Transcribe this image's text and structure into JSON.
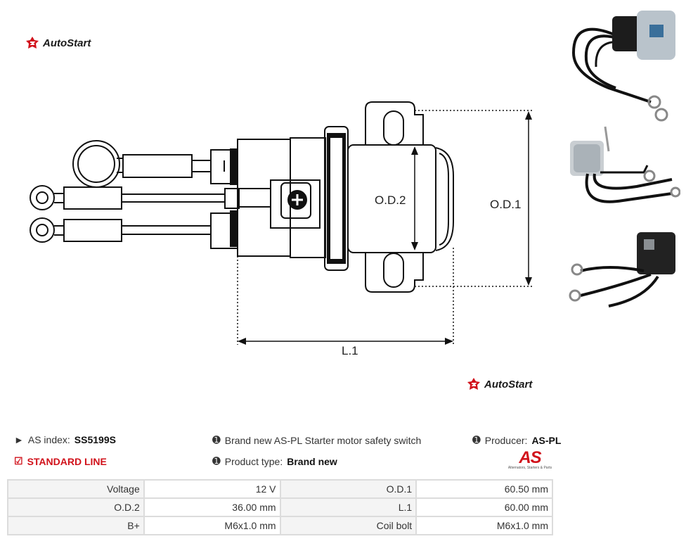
{
  "brand": {
    "name": "AutoStart",
    "color": "#d1121b"
  },
  "drawing": {
    "labels": {
      "od1": "O.D.1",
      "od2": "O.D.2",
      "l1": "L.1"
    }
  },
  "thumbnails": [
    {
      "name": "solenoid-photo-1"
    },
    {
      "name": "solenoid-photo-2"
    },
    {
      "name": "solenoid-photo-3"
    }
  ],
  "info": {
    "as_index_label": "AS index:",
    "as_index_value": "SS5199S",
    "line_label": "STANDARD LINE",
    "description": "Brand new AS-PL Starter motor safety switch",
    "product_type_label": "Product type:",
    "product_type_value": "Brand new",
    "producer_label": "Producer:",
    "producer_value": "AS-PL",
    "producer_logo_text": "AS",
    "producer_logo_tagline": "Alternators, Starters & Parts"
  },
  "specs": [
    {
      "label": "Voltage",
      "value": "12 V",
      "label2": "O.D.1",
      "value2": "60.50 mm"
    },
    {
      "label": "O.D.2",
      "value": "36.00 mm",
      "label2": "L.1",
      "value2": "60.00 mm"
    },
    {
      "label": "B+",
      "value": "M6x1.0 mm",
      "label2": "Coil bolt",
      "value2": "M6x1.0 mm"
    }
  ]
}
